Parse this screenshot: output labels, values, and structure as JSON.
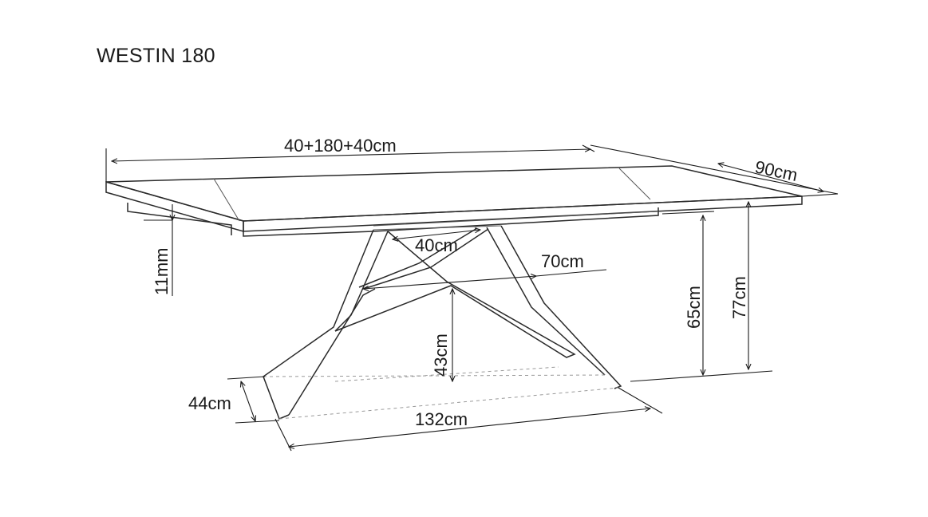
{
  "title": "WESTIN 180",
  "dimensions": {
    "total_length": "40+180+40cm",
    "depth": "90cm",
    "top_thickness": "11mm",
    "frame_top_width": "40cm",
    "frame_mid_width": "70cm",
    "frame_height": "65cm",
    "total_height": "77cm",
    "cross_height": "43cm",
    "foot_depth": "44cm",
    "foot_span": "132cm"
  }
}
